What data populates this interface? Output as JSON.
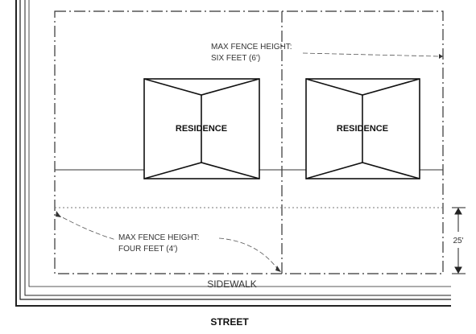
{
  "labels": {
    "max_fence_rear_line1": "MAX FENCE HEIGHT:",
    "max_fence_rear_line2": "SIX FEET (6')",
    "residence_left": "RESIDENCE",
    "residence_right": "RESIDENCE",
    "max_fence_front_line1": "MAX FENCE HEIGHT:",
    "max_fence_front_line2": "FOUR FEET (4')",
    "setback_dimension": "25'",
    "sidewalk": "SIDEWALK",
    "street": "STREET"
  }
}
